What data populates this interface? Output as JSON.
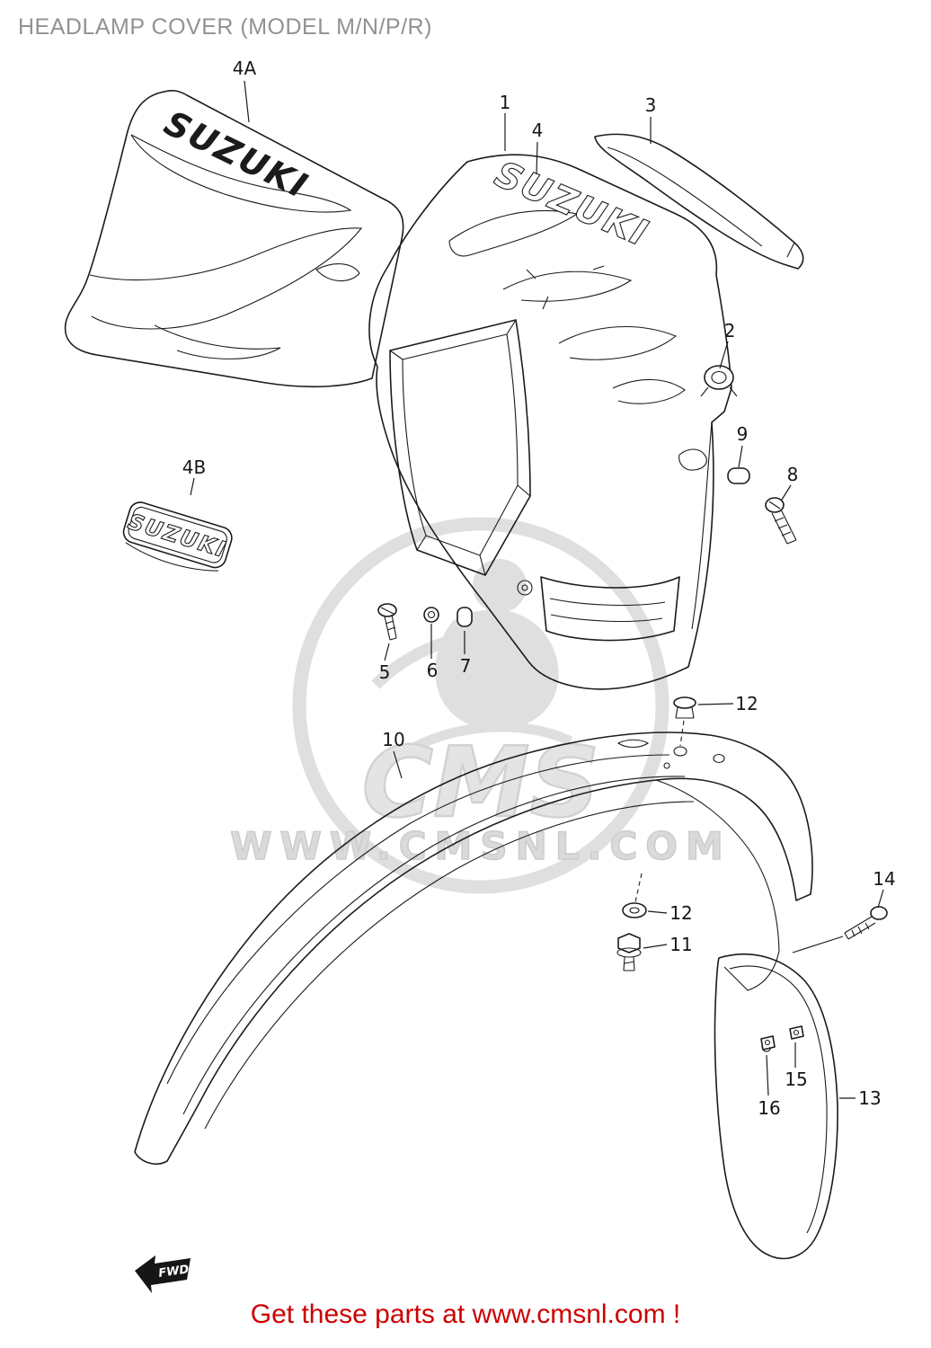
{
  "page": {
    "title": "HEADLAMP COVER (MODEL M/N/P/R)",
    "footer_link": "Get these parts at www.cmsnl.com !"
  },
  "watermark": {
    "logo": "CMS",
    "url": "WWW.CMSNL.COM"
  },
  "diagram": {
    "fwd_label": "FWD",
    "brand_decal": "SUZUKI",
    "brand_main": "SUZUKI",
    "brand_emblem": "SUZUKI",
    "callouts": [
      {
        "label": "4A"
      },
      {
        "label": "1"
      },
      {
        "label": "4"
      },
      {
        "label": "3"
      },
      {
        "label": "2"
      },
      {
        "label": "9"
      },
      {
        "label": "8"
      },
      {
        "label": "4B"
      },
      {
        "label": "5"
      },
      {
        "label": "6"
      },
      {
        "label": "7"
      },
      {
        "label": "12"
      },
      {
        "label": "10"
      },
      {
        "label": "12"
      },
      {
        "label": "11"
      },
      {
        "label": "14"
      },
      {
        "label": "15"
      },
      {
        "label": "16"
      },
      {
        "label": "13"
      }
    ]
  },
  "colors": {
    "footer_red": "#cc0000",
    "title_gray": "#8f9295",
    "line_black": "#1b1b1b",
    "watermark_gray": "#d9d9d9"
  }
}
